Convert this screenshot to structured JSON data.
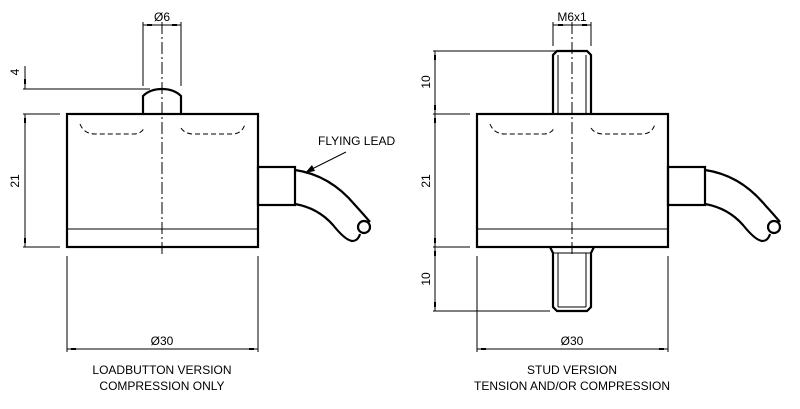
{
  "drawing": {
    "left_view": {
      "caption_line1": "LOADBUTTON VERSION",
      "caption_line2": "COMPRESSION ONLY",
      "dim_button_diameter": "Ø6",
      "dim_button_height": "4",
      "dim_body_height": "21",
      "dim_body_diameter": "Ø30",
      "callout": "FLYING LEAD"
    },
    "right_view": {
      "caption_line1": "STUD VERSION",
      "caption_line2": "TENSION AND/OR COMPRESSION",
      "dim_thread": "M6x1",
      "dim_top_stud_length": "10",
      "dim_body_height": "21",
      "dim_bottom_stud_length": "10",
      "dim_body_diameter": "Ø30"
    }
  }
}
